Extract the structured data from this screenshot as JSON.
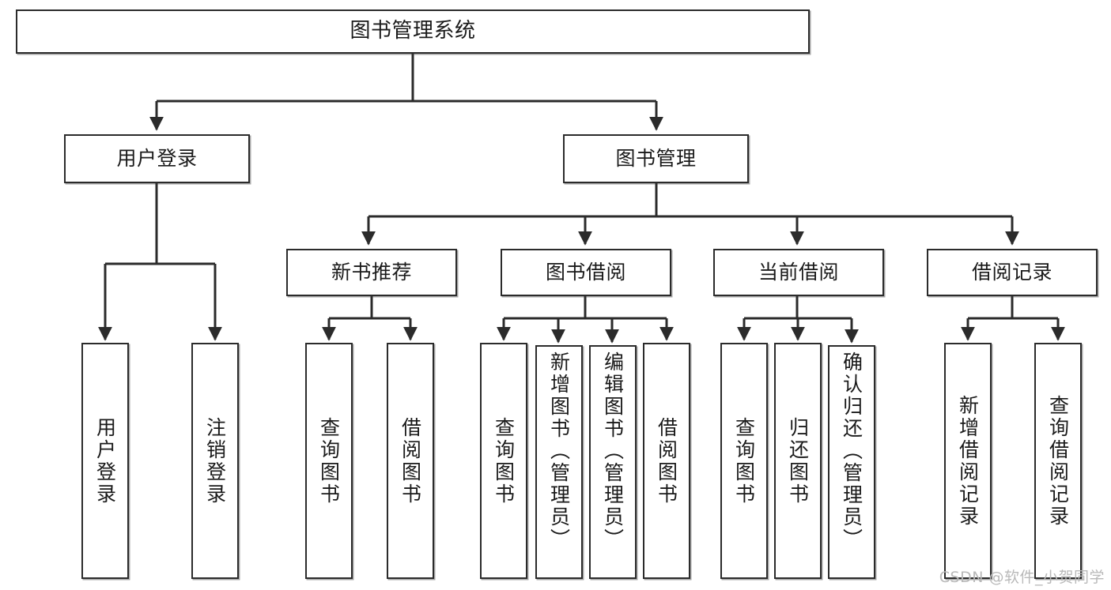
{
  "diagram": {
    "title": "图书管理系统",
    "type": "tree-hierarchy",
    "orientation": "top-down",
    "stroke_color": "#2b2b2b",
    "fill_color": "#ffffff",
    "background_color": "#ffffff"
  },
  "nodes": {
    "root": {
      "label": "图书管理系统"
    },
    "level2": [
      {
        "label": "用户登录"
      },
      {
        "label": "图书管理"
      }
    ],
    "level3": [
      {
        "label": "新书推荐"
      },
      {
        "label": "图书借阅"
      },
      {
        "label": "当前借阅"
      },
      {
        "label": "借阅记录"
      }
    ],
    "leaves": {
      "user_login": [
        {
          "label": "用户登录"
        },
        {
          "label": "注销登录"
        }
      ],
      "new_book_recommend": [
        {
          "label": "查询图书"
        },
        {
          "label": "借阅图书"
        }
      ],
      "book_borrow": [
        {
          "label": "查询图书"
        },
        {
          "label": "新增图书（管理员）"
        },
        {
          "label": "编辑图书（管理员）"
        },
        {
          "label": "借阅图书"
        }
      ],
      "current_borrow": [
        {
          "label": "查询图书"
        },
        {
          "label": "归还图书"
        },
        {
          "label": "确认归还（管理员）"
        }
      ],
      "borrow_record": [
        {
          "label": "新增借阅记录"
        },
        {
          "label": "查询借阅记录"
        }
      ]
    }
  },
  "watermark": {
    "text": "CSDN @软件_小贺同学"
  }
}
